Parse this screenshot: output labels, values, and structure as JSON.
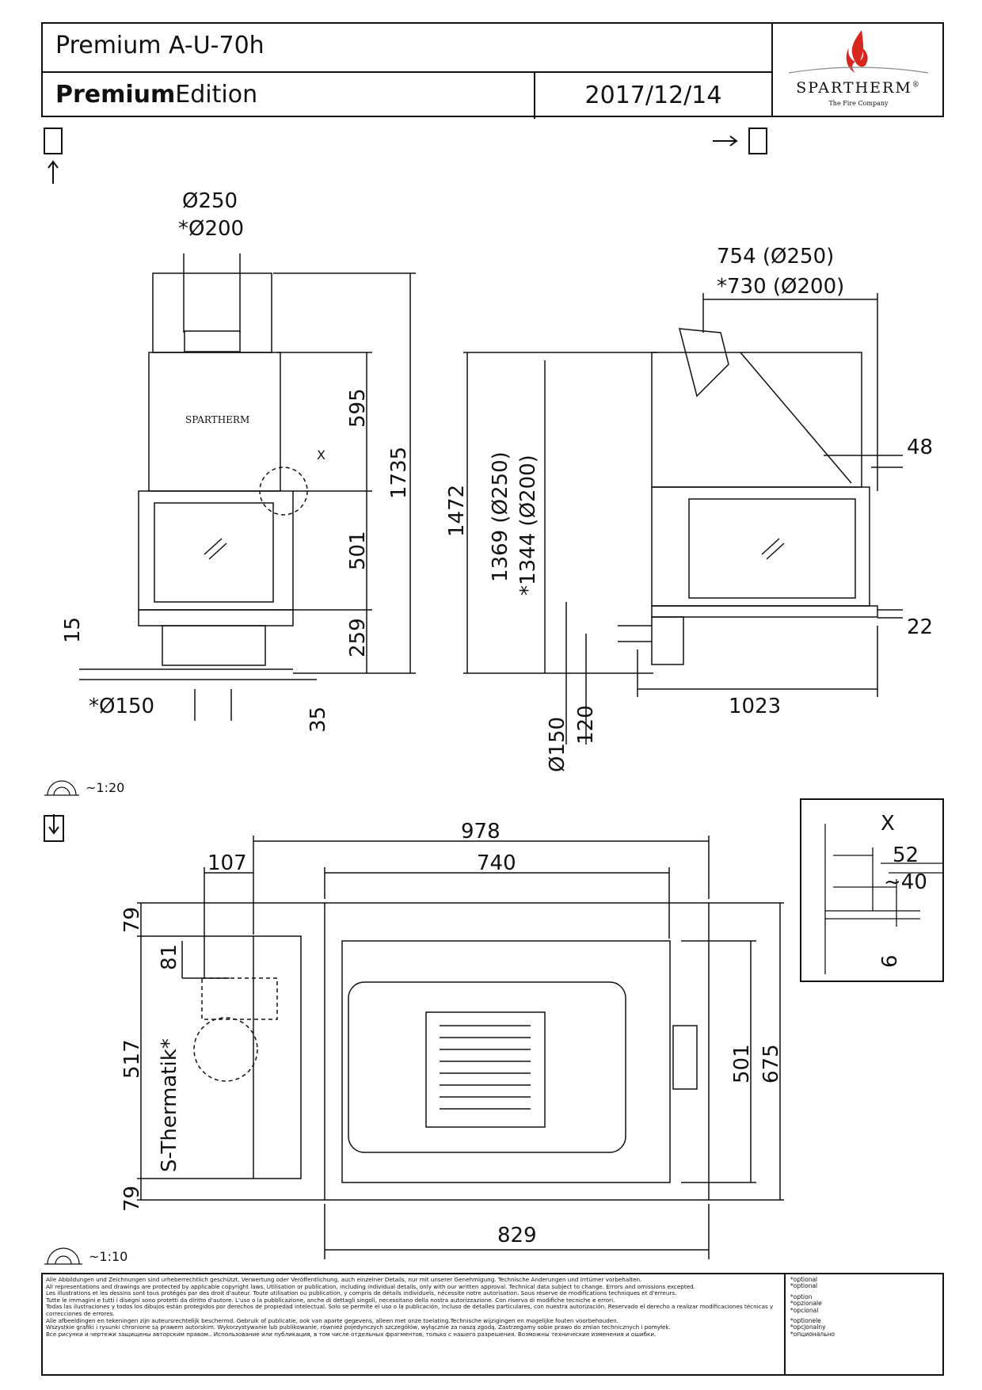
{
  "header": {
    "model": "Premium A-U-70h",
    "edition_bold": "Premium",
    "edition_rest": "Edition",
    "date": "2017/12/14",
    "brand": "SPARTHERM",
    "brand_registered": "®",
    "brand_tagline": "The Fire Company"
  },
  "front_view": {
    "flue": "Ø250",
    "flue_alt": "*Ø200",
    "dims": [
      "595",
      "1735",
      "501",
      "259",
      "15",
      "35"
    ],
    "air_inlet": "*Ø150",
    "detail_marker": "X",
    "badge": "SPARTHERM"
  },
  "side_view": {
    "depth_top": "754 (Ø250)",
    "depth_top_alt": "*730 (Ø200)",
    "height_total": "1472",
    "height_flue": "1369 (Ø250)",
    "height_flue_alt": "*1344 (Ø200)",
    "dim_48": "48",
    "dim_22": "22",
    "dim_1023": "1023",
    "inlet": "Ø150",
    "inlet_height": "120"
  },
  "scale_top": "~1:20",
  "scale_bottom": "~1:10",
  "plan_view": {
    "width_total": "978",
    "width_inner": "740",
    "offset": "107",
    "bottom_width": "829",
    "left_79_top": "79",
    "left_81": "81",
    "left_517": "517",
    "left_79_bottom": "79",
    "thermatik": "S-Thermatik*",
    "right_501": "501",
    "right_675": "675"
  },
  "detail_x": {
    "label": "X",
    "d52": "52",
    "d40": "~40",
    "d6": "6"
  },
  "footer": {
    "legal": "Alle Abbildungen und Zeichnungen sind urheberrechtlich geschützt. Verwertung oder Veröffentlichung, auch einzelner Details, nur mit unserer Genehmigung. Technische Änderungen und Irrtümer vorbehalten.\nAll representations and drawings are protected by applicable copyright laws. Utilisation or publication, including individual details, only with our written approval. Technical data subject to change. Errors and omissions excepted.\nLes illustrations et les dessins sont tous protégés par des droit d'auteur. Toute utilisation ou publication, y compris de détails individuels, nécessite notre autorisation. Sous réserve de modifications techniques et d'erreurs.\nTutte le immagini e tutti i disegni sono protetti da diritto d'autore. L'uso o la pubblicazione, anche di dettagli singoli, necessitano della nostra autorizzazione. Con riserva di modifiche tecniche e errori.\nTodas las ilustraciones y todos los dibujos están protegidos por derechos de propiedad intelectual. Solo se permite el uso o la publicación, incluso de detalles particulares, con nuestra autorización. Reservado el derecho a realizar modificaciones técnicas y correcciones de errores.\nAlle afbeeldingen en tekeningen zijn auteursrechtelijk beschermd. Gebruik of publicatie, ook van aparte gegevens, alleen met onze toelating.Technische wijzigingen en mogelijke fouten voorbehouden.\nWszystkie grafiki i rysunki chronione są prawem autorskim. Wykorzystywanie lub publikowanie, również pojedynczych szczegółów, wyłącznie za naszą zgodą. Zastrzegamy sobie prawo do zmian technicznych i pomyłek.\nВсе рисунки и чертежи защищены авторским правом.. Использование или публикация, в том числе отдельных фрагментов, только с нашего разрешения. Возможны технические изменения и ошибки.",
    "options": [
      "*optional",
      "*optional",
      "*option",
      "*opzionale",
      "*opcional",
      "*optionele",
      "*opcjonalny",
      "*опционально"
    ]
  }
}
